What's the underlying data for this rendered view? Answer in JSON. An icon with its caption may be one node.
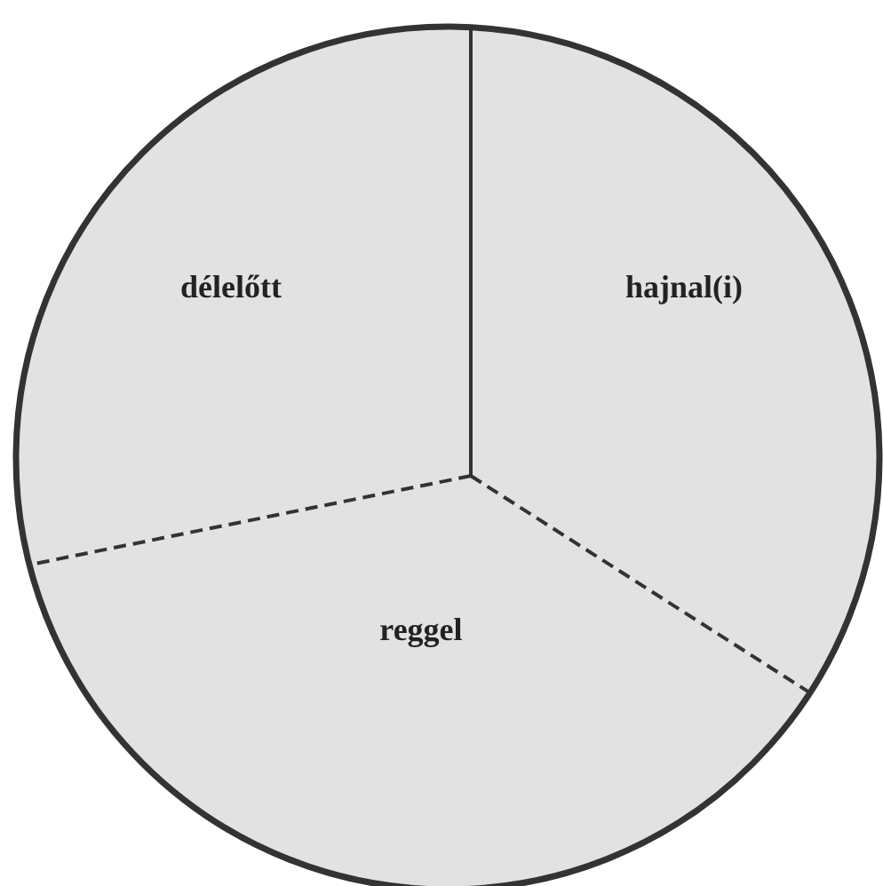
{
  "diagram": {
    "nodes": [
      {
        "text": [
          "délelőtt"
        ]
      },
      {
        "text": [
          "hajnal(i)"
        ]
      },
      {
        "text": [
          "reggel"
        ]
      }
    ]
  }
}
